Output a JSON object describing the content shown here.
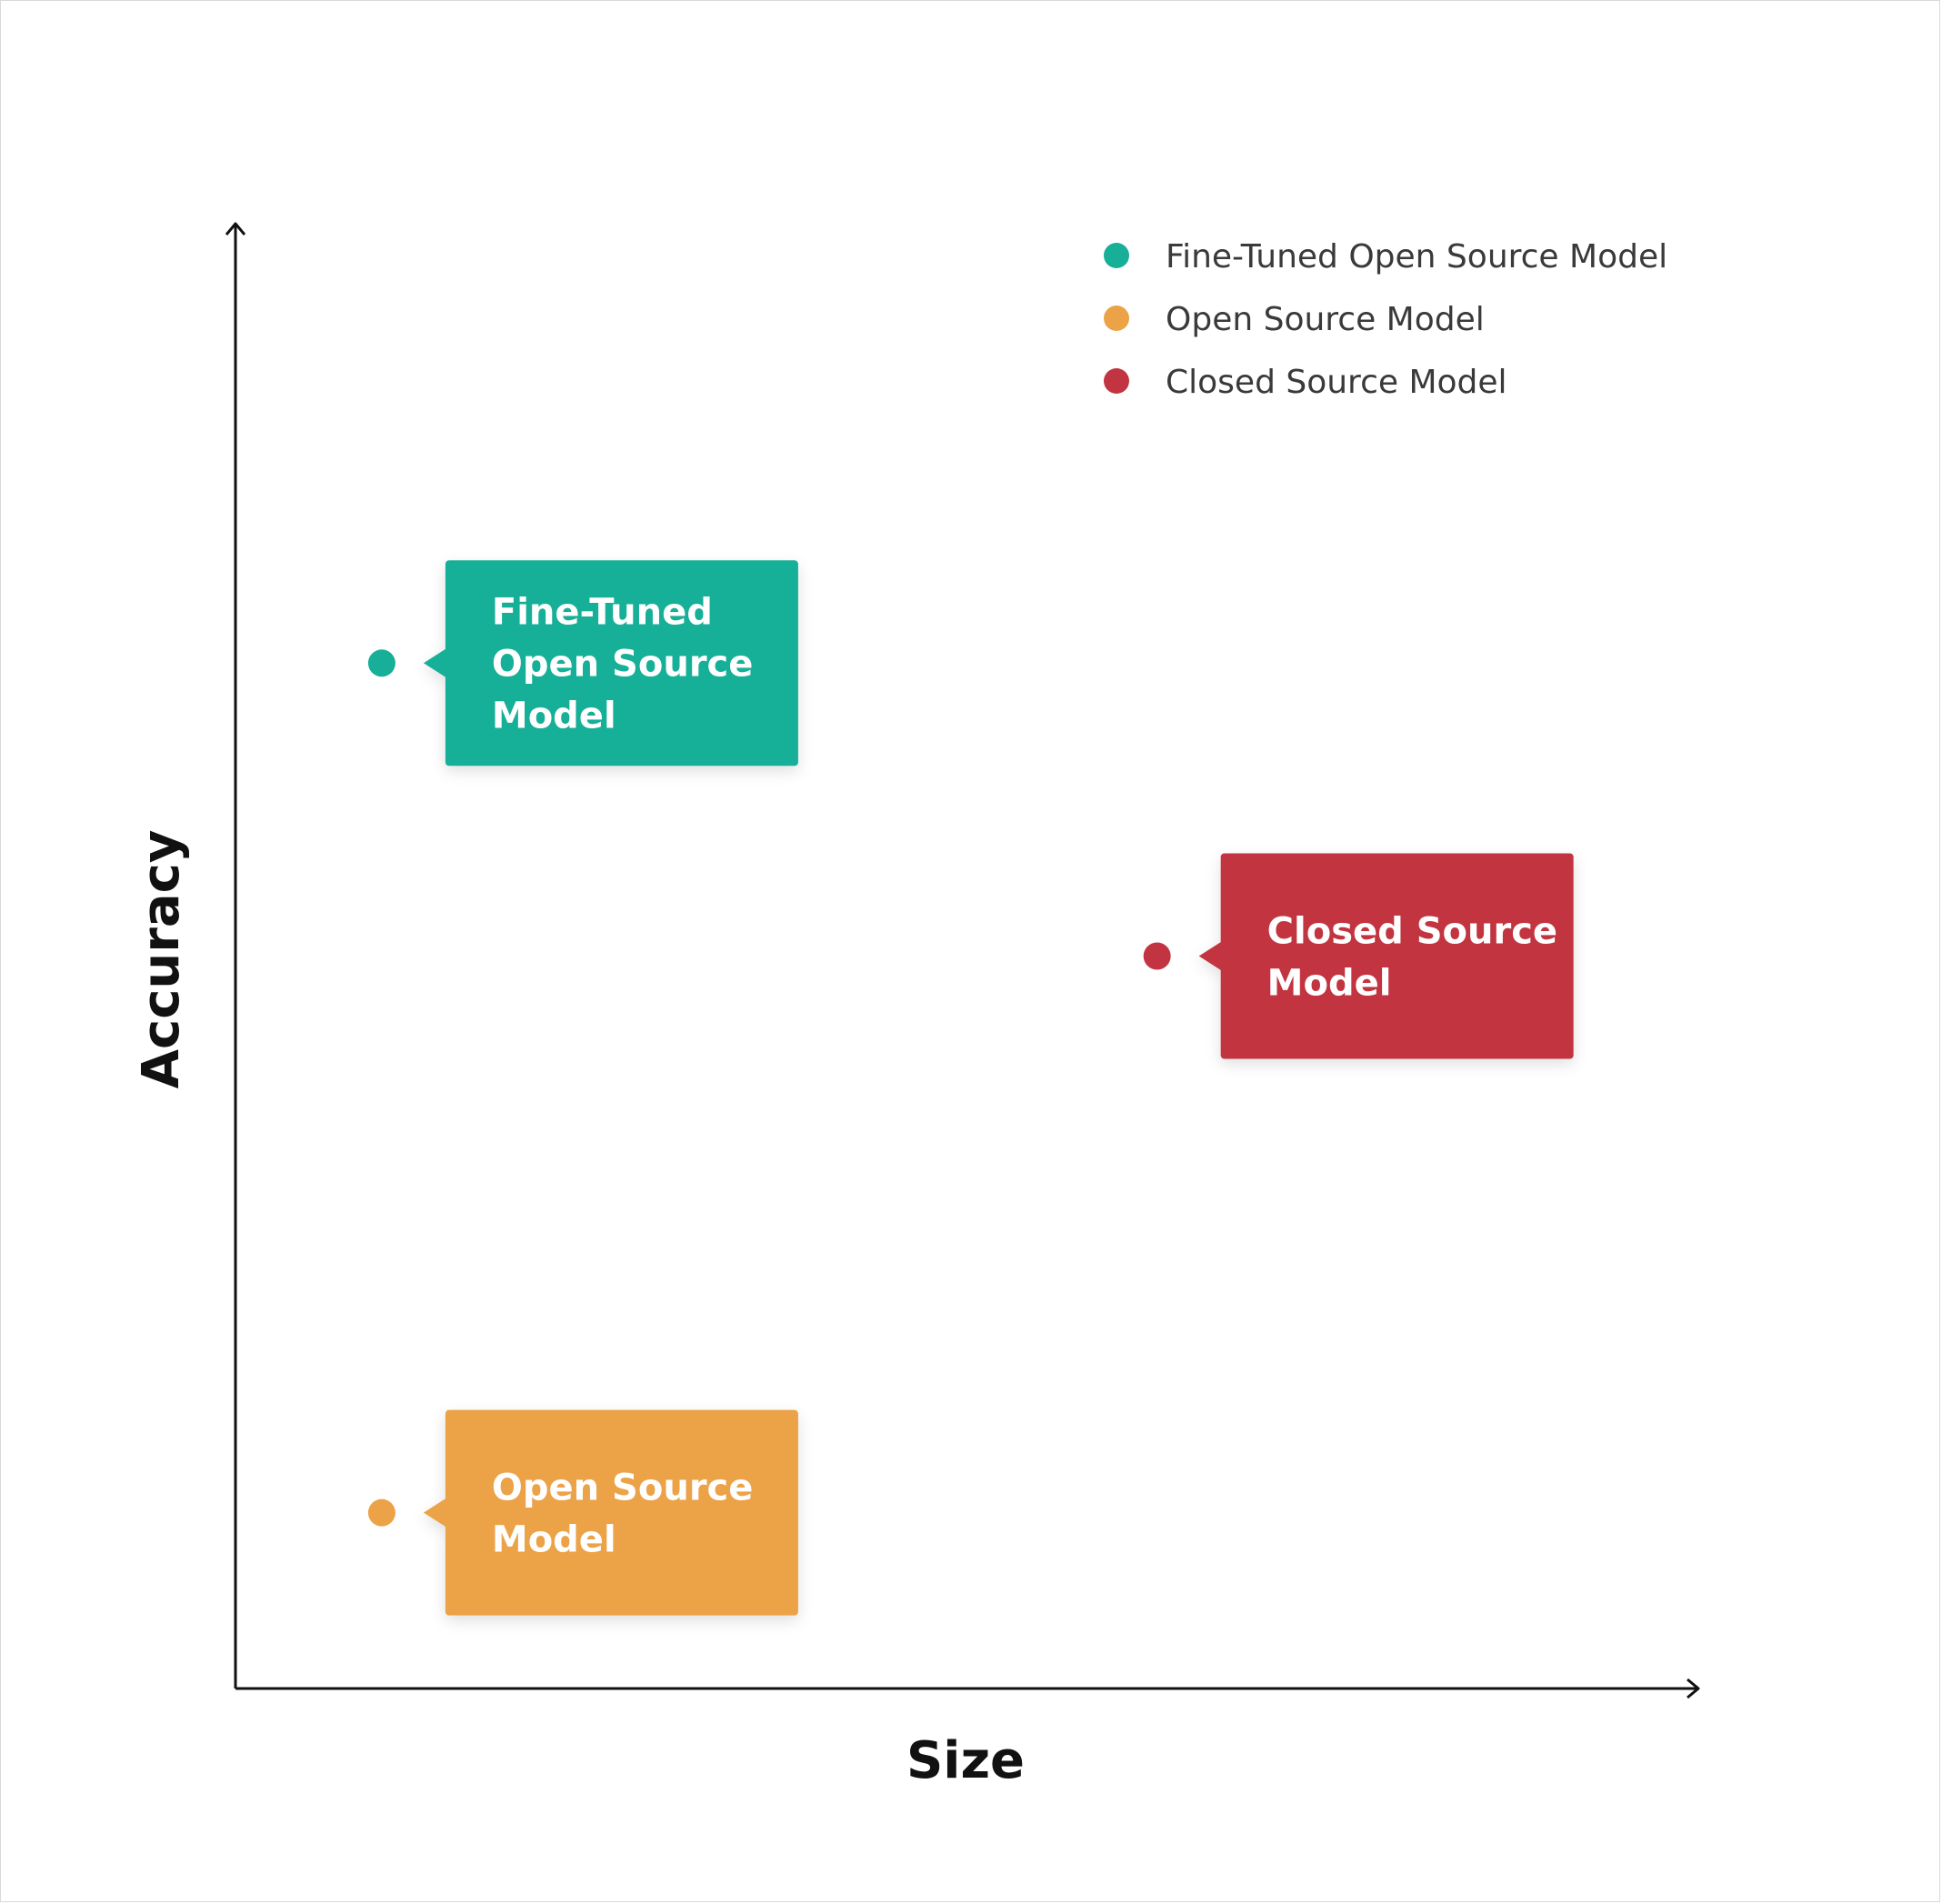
{
  "chart_data": {
    "type": "scatter",
    "title": "",
    "xlabel": "Size",
    "ylabel": "Accuracy",
    "xlim": [
      0,
      10
    ],
    "ylim": [
      0,
      10
    ],
    "grid": false,
    "legend_position": "top-right",
    "series": [
      {
        "name": "Fine-Tuned Open Source Model",
        "color": "#17AF97",
        "points": [
          {
            "x": 1.0,
            "y": 7.0
          }
        ],
        "label_lines": [
          "Fine-Tuned",
          "Open Source",
          "Model"
        ]
      },
      {
        "name": "Open Source Model",
        "color": "#ECA246",
        "points": [
          {
            "x": 1.0,
            "y": 1.2
          }
        ],
        "label_lines": [
          "Open Source",
          "Model"
        ]
      },
      {
        "name": "Closed Source Model",
        "color": "#C23441",
        "points": [
          {
            "x": 6.3,
            "y": 5.0
          }
        ],
        "label_lines": [
          "Closed Source",
          "Model"
        ]
      }
    ]
  }
}
